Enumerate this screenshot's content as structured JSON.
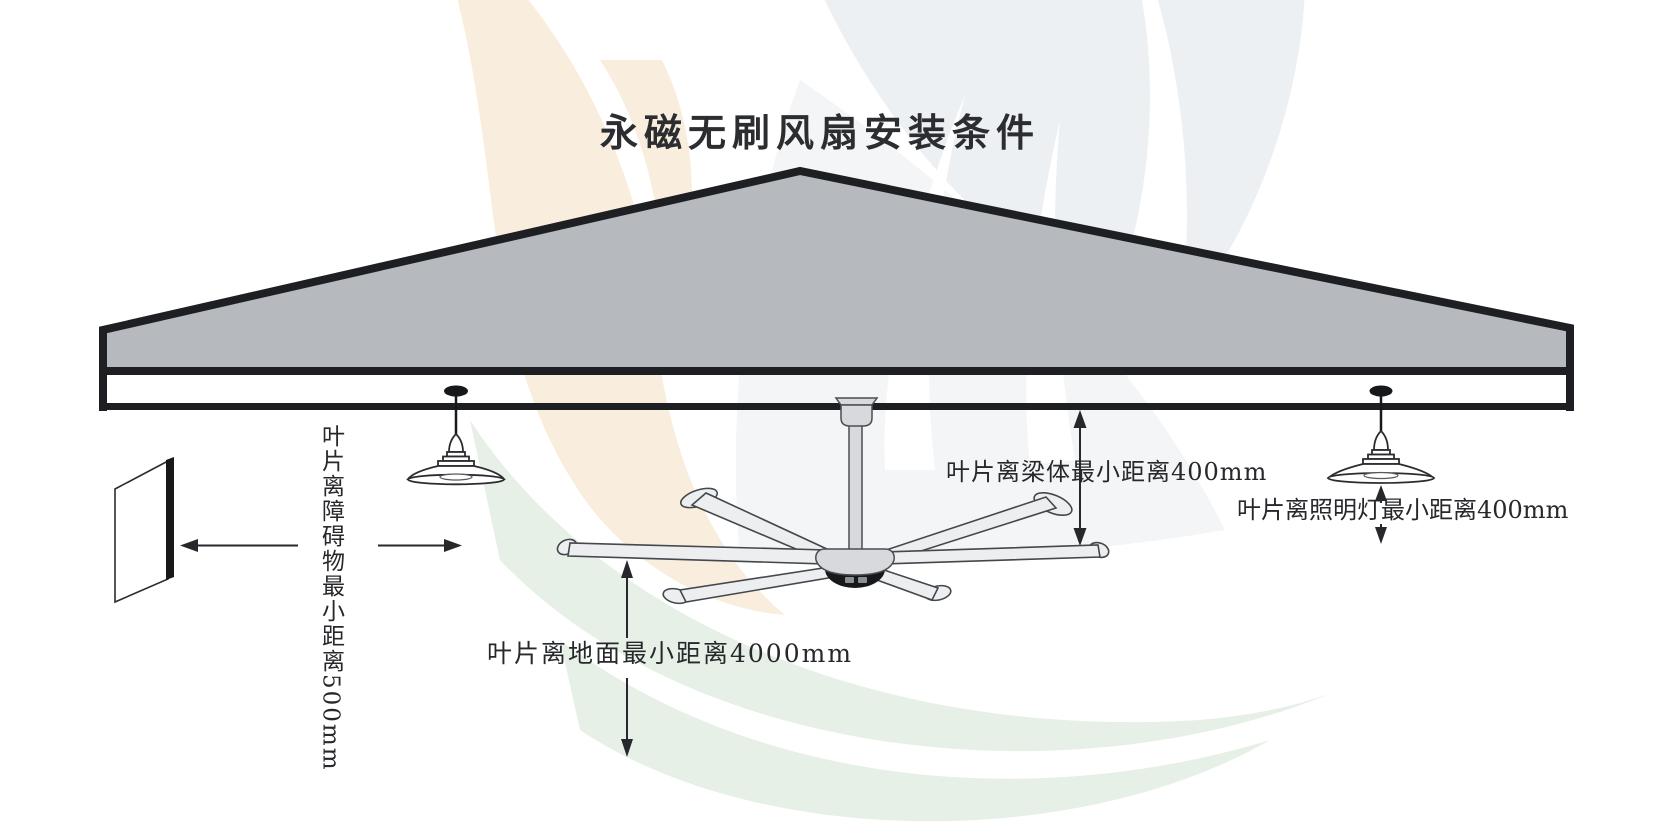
{
  "title": "永磁无刷风扇安装条件",
  "annotations": {
    "obstacle": {
      "label": "叶片离障碍物最小距离500mm"
    },
    "beam": {
      "label": "叶片离梁体最小距离400mm"
    },
    "lamp": {
      "label": "叶片离照明灯最小距离400mm"
    },
    "ground": {
      "label": "叶片离地面最小距离4000mm"
    }
  },
  "colors": {
    "roof_fill": "#b6b9bd",
    "outline": "#1d1f23",
    "text": "#26282b",
    "fan_body": "#d7d9dc",
    "blade_fill": "#eceef0",
    "watermark_cream": "#f9eedd",
    "watermark_gray": "#edf0f2",
    "watermark_green": "#e6f0e7"
  }
}
